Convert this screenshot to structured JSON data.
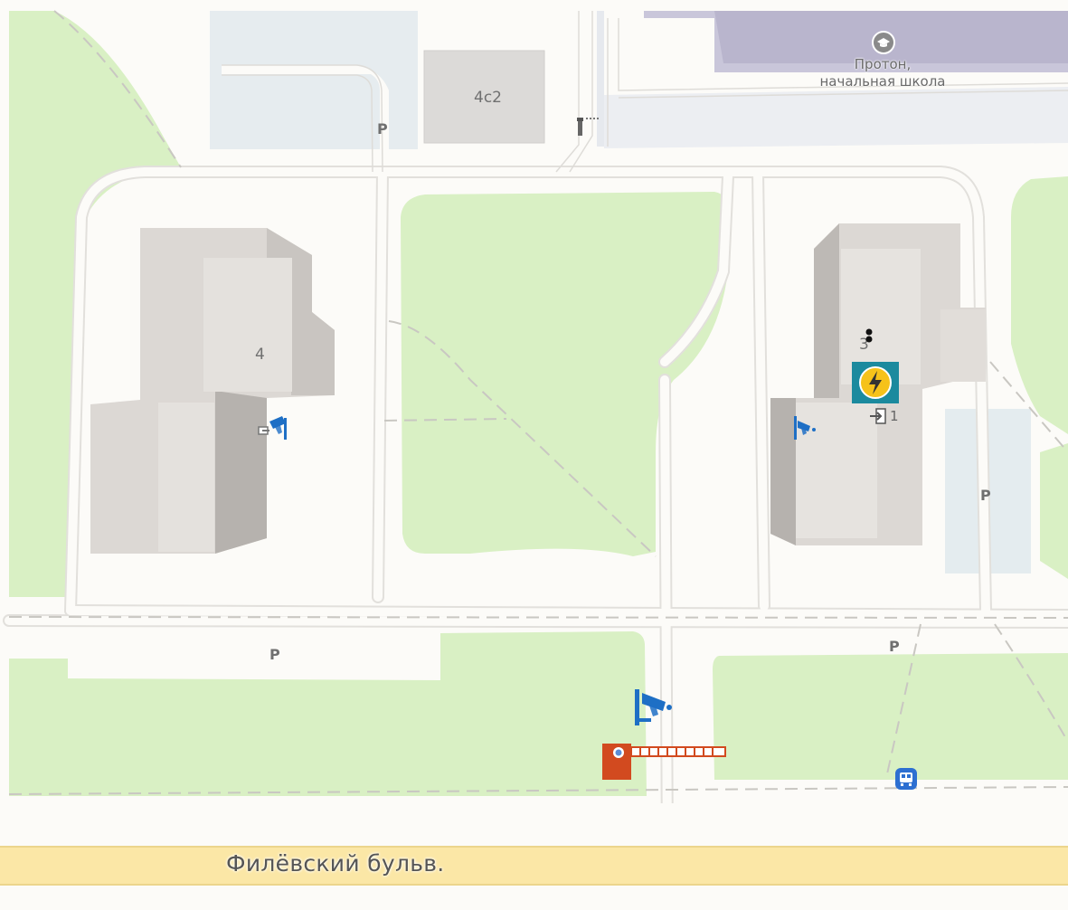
{
  "map": {
    "street_label": "Филёвский бульв.",
    "poi": {
      "name_line1": "Протон,",
      "name_line2": "начальная школа",
      "icon": "school-icon"
    },
    "buildings": {
      "b4c2": "4с2",
      "b4": "4",
      "b3": "3"
    },
    "parking": {
      "p1": "P",
      "p2": "P",
      "p3": "P",
      "p4": "P"
    },
    "entrance": {
      "number": "1",
      "icon": "entrance-icon"
    },
    "icons": {
      "camera": "cctv-camera-icon",
      "charger": "ev-charging-icon",
      "barrier": "barrier-gate-icon",
      "transport": "public-transport-icon",
      "tower": "tower-icon"
    },
    "colors": {
      "green": "#d9f0c4",
      "road": "#fcfbf8",
      "building": "#dcd8d4",
      "highway": "#fbe7a6",
      "school_building": "#c9c6da",
      "icon_blue": "#1e6fc5",
      "barrier_red": "#d24a1f"
    }
  }
}
